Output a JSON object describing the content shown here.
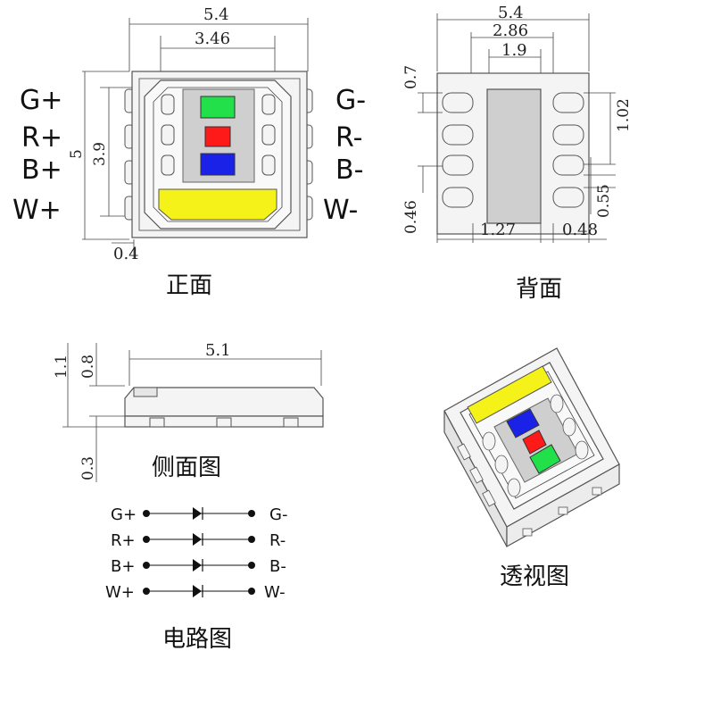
{
  "front_view": {
    "caption": "正面",
    "width": "5.4",
    "inner_width": "3.46",
    "height": "3.9",
    "pitch": "5",
    "pad_gap": "0.4",
    "pins_left": [
      "G+",
      "R+",
      "B+",
      "W+"
    ],
    "pins_right": [
      "G-",
      "R-",
      "B-",
      "W-"
    ]
  },
  "back_view": {
    "caption": "背面",
    "width": "5.4",
    "pad_span": "2.86",
    "center_pad": "1.9",
    "pad_height": "0.7",
    "pad_pitch": "1.02",
    "pad_gap": "0.55",
    "pad_width": "0.46",
    "dim_a": "1.27",
    "dim_b": "0.48"
  },
  "side_view": {
    "caption": "侧面图",
    "length": "5.1",
    "total_height": "1.1",
    "body_height": "0.8",
    "pad_height": "0.3"
  },
  "perspective_view": {
    "caption": "透视图"
  },
  "circuit": {
    "caption": "电路图",
    "rows": [
      {
        "left": "G+",
        "right": "G-"
      },
      {
        "left": "R+",
        "right": "R-"
      },
      {
        "left": "B+",
        "right": "B-"
      },
      {
        "left": "W+",
        "right": "W-"
      }
    ]
  },
  "colors": {
    "green": "#22e04a",
    "red": "#ff1a1a",
    "blue": "#1a22e8",
    "yellow": "#f5f21a",
    "body": "#f4f4f4",
    "chip_bg": "#cfcfcf"
  }
}
